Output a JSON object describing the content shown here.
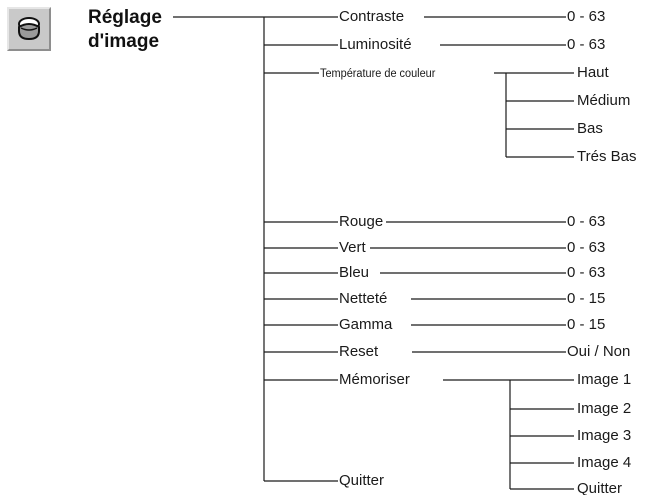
{
  "menu_icon": "picture-adjust-icon",
  "title": {
    "line1": "Réglage",
    "line2": "d'image"
  },
  "items": {
    "contraste": {
      "label": "Contraste",
      "value": "0 - 63"
    },
    "luminosite": {
      "label": "Luminosité",
      "value": "0 - 63"
    },
    "temperature": {
      "label": "Température de couleur",
      "options": [
        "Haut",
        "Médium",
        "Bas",
        "Trés Bas"
      ]
    },
    "rouge": {
      "label": "Rouge",
      "value": "0 - 63"
    },
    "vert": {
      "label": "Vert",
      "value": "0 - 63"
    },
    "bleu": {
      "label": "Bleu",
      "value": "0 - 63"
    },
    "nettete": {
      "label": "Netteté",
      "value": "0 - 15"
    },
    "gamma": {
      "label": "Gamma",
      "value": "0 - 15"
    },
    "reset": {
      "label": "Reset",
      "value": "Oui / Non"
    },
    "memoriser": {
      "label": "Mémoriser",
      "options": [
        "Image 1",
        "Image 2",
        "Image 3",
        "Image 4",
        "Quitter"
      ]
    },
    "quitter": {
      "label": "Quitter"
    }
  }
}
